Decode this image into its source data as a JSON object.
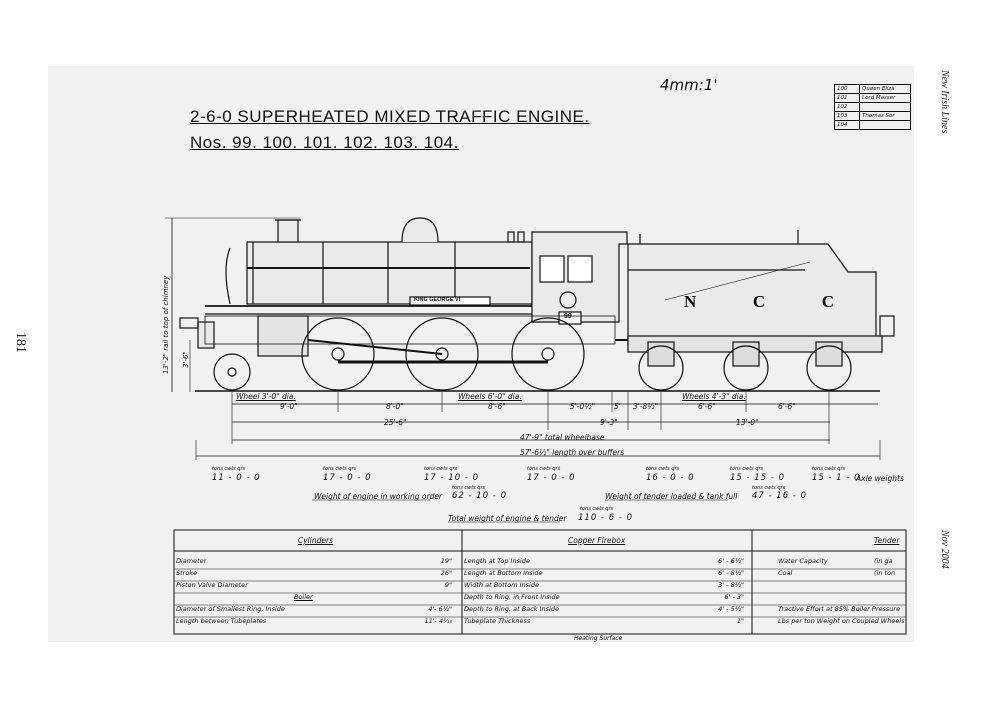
{
  "scale_note": "4mm:1'",
  "title": "2-6-0 SUPERHEATED MIXED TRAFFIC ENGINE.",
  "numbers": "Nos. 99. 100. 101. 102. 103. 104.",
  "revision_table": [
    {
      "no": "100",
      "name": "Queen Eliza"
    },
    {
      "no": "101",
      "name": "Lord Masser"
    },
    {
      "no": "102",
      "name": ""
    },
    {
      "no": "103",
      "name": "Thomas Sor"
    },
    {
      "no": "104",
      "name": ""
    }
  ],
  "side_text_top": "New Irish Lines",
  "side_text_bottom": "Nov 2004",
  "page_number": "181",
  "loco": {
    "nameplate": "KING GEORGE VI",
    "number_plate": "99",
    "tender_letters": [
      "N",
      "C",
      "C"
    ]
  },
  "height_labels": {
    "chimney": "13'-2\" rail to top of chimney",
    "buffer": "3'-6\""
  },
  "wheel_labels": {
    "leading": "Wheel 3'-0\" dia.",
    "coupled": "Wheels 6'-0\" dia.",
    "tender": "Wheels 4'-3\" dia."
  },
  "dimensions": {
    "row1": [
      "9'-0\"",
      "8'-0\"",
      "8'-6\"",
      "5'-0½\"",
      "5'",
      "3'-8½\"",
      "6'-6\"",
      "6'-6\""
    ],
    "engine_wb": "25'-6\"",
    "mid": "9'-3\"",
    "tender_wb": "13'-0\"",
    "total_wb": "47'-9\" total wheelbase",
    "over_buffers": "57'-6½\" length over buffers"
  },
  "axle_units": "tons cwts qrs",
  "axle_weights": [
    "11 - 0 - 0",
    "17 - 0 - 0",
    "17 - 10 - 0",
    "17 - 0 - 0",
    "16 - 0 - 0",
    "15 - 15 - 0",
    "15 - 1 - 0"
  ],
  "axle_label": "Axle weights",
  "engine_weight": {
    "label": "Weight of engine in working order",
    "value": "62 - 10 - 0"
  },
  "tender_weight": {
    "label": "Weight of tender loaded & tank full",
    "value": "47 - 16 - 0"
  },
  "total_weight": {
    "label": "Total weight of engine & tender",
    "value": "110 - 6 - 0"
  },
  "table": {
    "headers": [
      "Cylinders",
      "Copper Firebox",
      "Tender"
    ],
    "col1": [
      {
        "label": "Diameter",
        "value": "19\""
      },
      {
        "label": "Stroke",
        "value": "26\""
      },
      {
        "label": "Piston Valve Diameter",
        "value": "9\""
      },
      {
        "label": "Boiler",
        "value": "",
        "heading": true
      },
      {
        "label": "Diameter of Smallest Ring, Inside",
        "value": "4'- 6½\""
      },
      {
        "label": "Length between Tubeplates",
        "value": "11'- 4³⁄₁₆"
      }
    ],
    "col2": [
      {
        "label": "Length at Top Inside",
        "value": "6' - 6½\""
      },
      {
        "label": "Length at Bottom Inside",
        "value": "6' - 8½\""
      },
      {
        "label": "Width at Bottom Inside",
        "value": "3' - 8½\""
      },
      {
        "label": "Depth to Ring, in Front Inside",
        "value": "6' - 3\""
      },
      {
        "label": "Depth to Ring, at Back Inside",
        "value": "4' - 5½\""
      },
      {
        "label": "Tubeplate Thickness",
        "value": "1\""
      }
    ],
    "col3": [
      {
        "label": "Water Capacity",
        "value": "(in ga"
      },
      {
        "label": "Coal",
        "value": "(in ton"
      },
      {
        "label": "",
        "value": ""
      },
      {
        "label": "",
        "value": ""
      },
      {
        "label": "Tractive Effort at 85% Boiler Pressure",
        "value": ""
      },
      {
        "label": "Lbs per ton Weight on Coupled Wheels",
        "value": ""
      }
    ],
    "footer": "Heating Surface"
  }
}
